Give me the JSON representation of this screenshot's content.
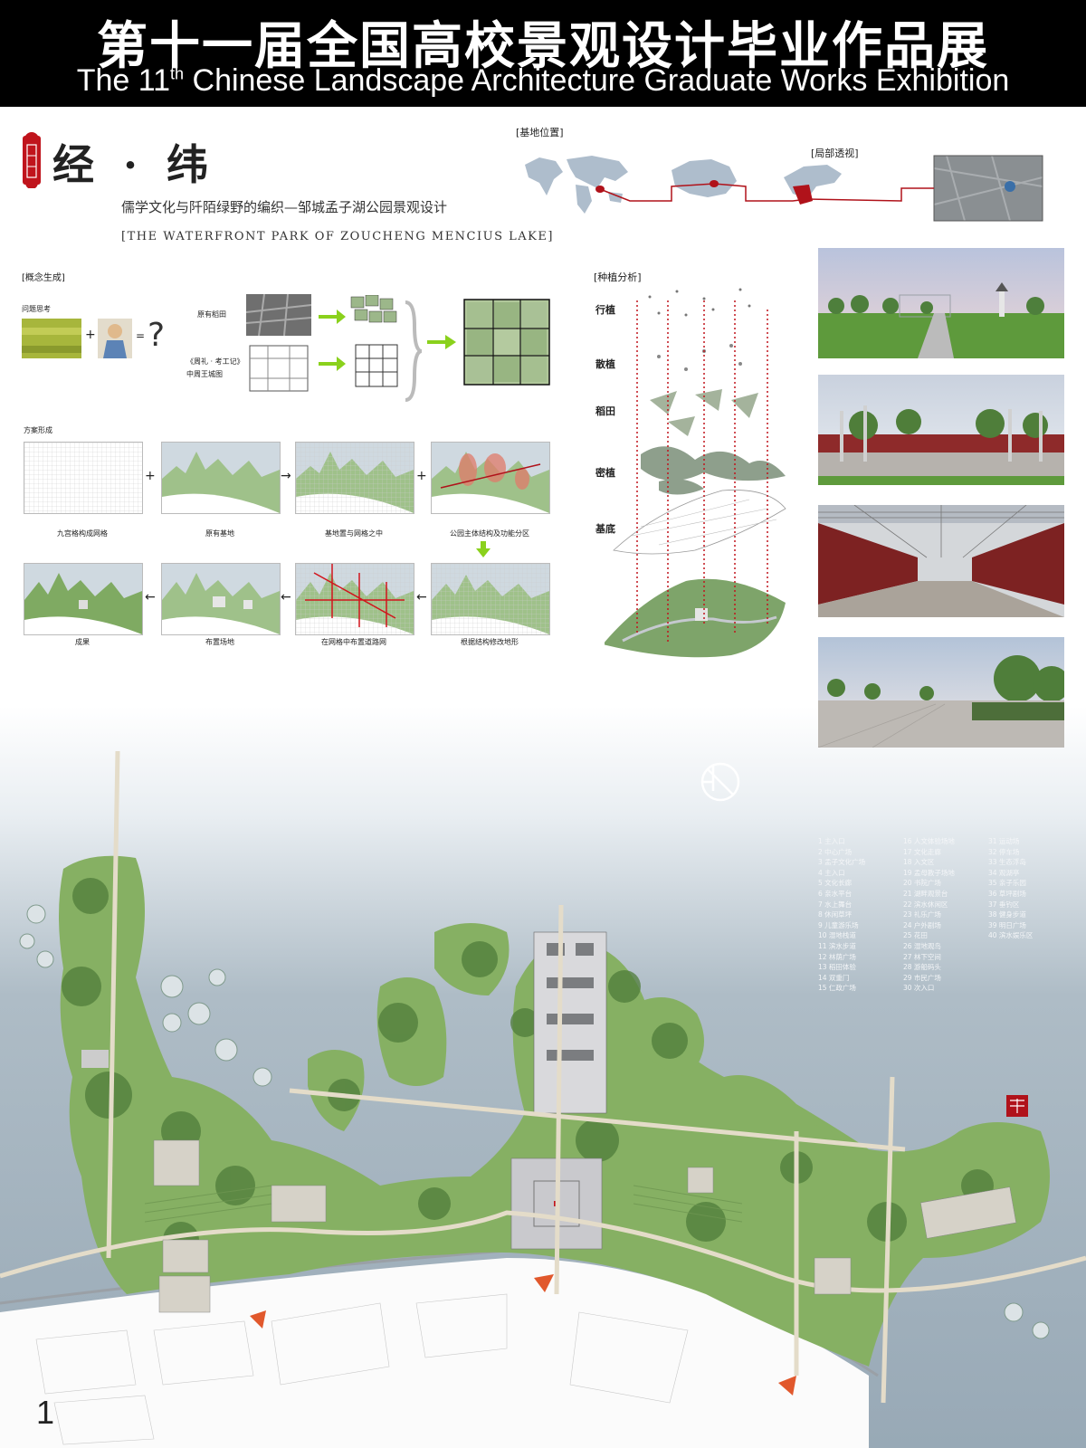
{
  "header": {
    "title_cn": "第十一届全国高校景观设计毕业作品展",
    "title_en_prefix": "The 11",
    "title_en_sup": "th",
    "title_en_suffix": " Chinese Landscape Architecture Graduate Works Exhibition"
  },
  "project": {
    "name": "经 · 纬",
    "subtitle_cn": "儒学文化与阡陌绿野的编织—邹城孟子湖公园景观设计",
    "subtitle_en": "[THE WATERFRONT PARK OF ZOUCHENG MENCIUS LAKE]"
  },
  "site": {
    "location_label": "[基地位置]",
    "perspective_label": "[局部透视]"
  },
  "concept": {
    "section_label": "[概念生成]",
    "question_label": "问题思考",
    "plus": "+",
    "equals": "=",
    "question_mark": "?",
    "paddy_label": "原有稻田",
    "zhouli_label_1": "《周礼 · 考工记》",
    "zhouli_label_2": "中周王城图"
  },
  "scheme": {
    "section_label": "方案形成",
    "plus": "+",
    "arrow_right": "→",
    "arrow_left": "←",
    "steps": [
      "九宫格构成网格",
      "原有基地",
      "基地置与网格之中",
      "公园主体结构及功能分区",
      "成果",
      "布置场地",
      "在网格中布置道路网",
      "根据结构修改地形"
    ]
  },
  "planting": {
    "section_label": "[种植分析]",
    "layers": [
      "行植",
      "散植",
      "稻田",
      "密植",
      "基底"
    ]
  },
  "legend": {
    "col1": [
      "1  主入口",
      "2  中心广场",
      "3  孟子文化广场",
      "4  主入口",
      "5  文化长廊",
      "6  亲水平台",
      "7  水上舞台",
      "8  休闲草坪",
      "9  儿童游乐场",
      "10 湿地栈道",
      "11 滨水步道",
      "12 林荫广场",
      "13 稻田体验",
      "14 双重门",
      "15 仁政广场"
    ],
    "col2": [
      "16 人文体验场地",
      "17 文化走廊",
      "18 入文区",
      "19 孟母教子场地",
      "20 书院广场",
      "21 湖畔观景台",
      "22 滨水休闲区",
      "23 礼乐广场",
      "24 户外剧场",
      "25 花田",
      "26 湿地观鸟",
      "27 林下空间",
      "28 游船码头",
      "29 市民广场",
      "30 次入口"
    ],
    "col3": [
      "31 运动场",
      "32 停车场",
      "33 生态浮岛",
      "34 观湖亭",
      "35 亲子乐园",
      "36 草坪剧场",
      "37 垂钓区",
      "38 健身步道",
      "39 明日广场",
      "40 滨水娱乐区"
    ]
  },
  "plan": {
    "number_label": "1"
  }
}
